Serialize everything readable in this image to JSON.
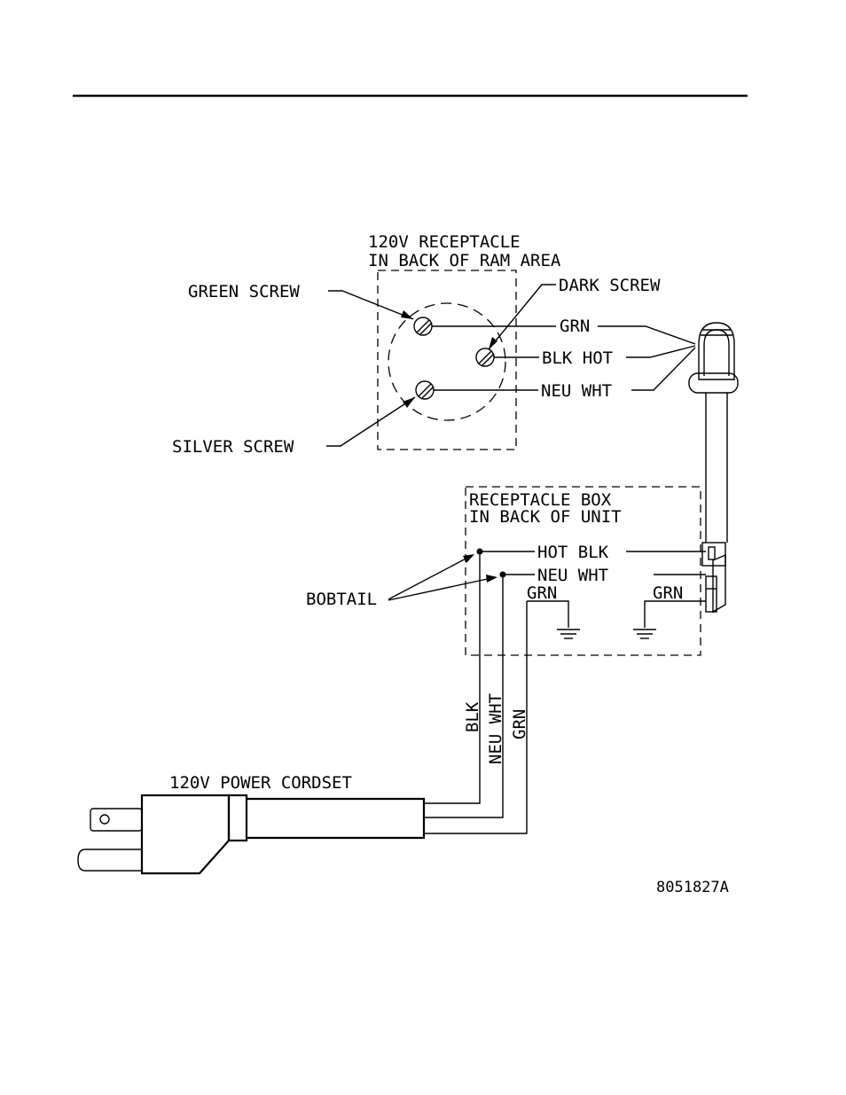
{
  "labels": {
    "receptacle_title_1": "120V RECEPTACLE",
    "receptacle_title_2": "IN BACK OF RAM AREA",
    "green_screw": "GREEN SCREW",
    "dark_screw": "DARK SCREW",
    "silver_screw": "SILVER SCREW",
    "grn_top": "GRN",
    "blk_hot": "BLK HOT",
    "neu_wht_top": "NEU WHT",
    "box_title_1": "RECEPTACLE BOX",
    "box_title_2": "IN BACK OF UNIT",
    "hot_blk": "HOT BLK",
    "neu_wht_box": "NEU WHT",
    "grn_box_left": "GRN",
    "grn_box_right": "GRN",
    "bobtail": "BOBTAIL",
    "wire_blk": "BLK",
    "wire_neu_wht": "NEU WHT",
    "wire_grn": "GRN",
    "cordset": "120V POWER CORDSET",
    "drawing_number": "8051827A"
  }
}
